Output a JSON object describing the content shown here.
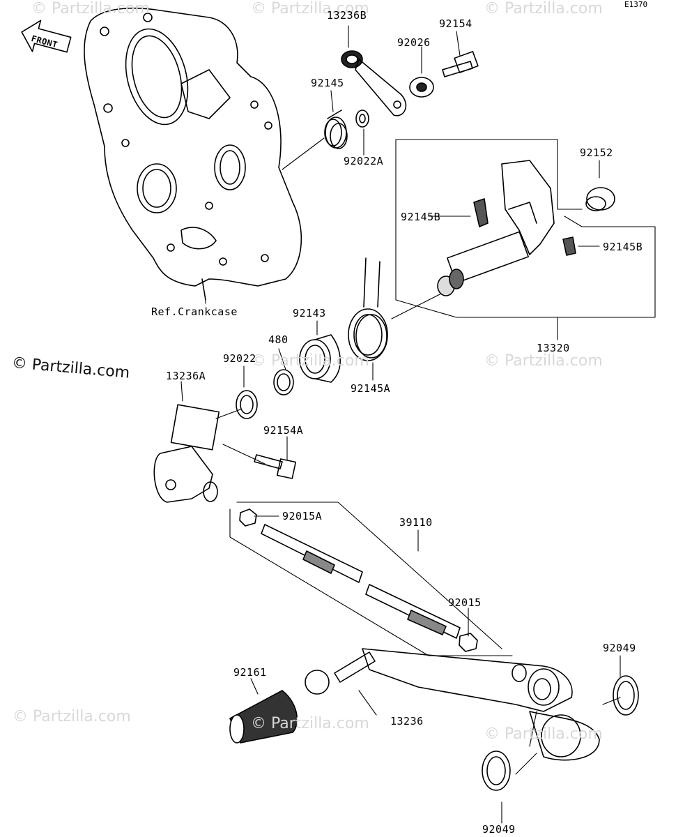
{
  "diagram": {
    "code": "E1370",
    "front": "FRONT",
    "ref": "Ref.Crankcase",
    "watermark": "© Partzilla.com",
    "watermark_faint": "© Partzilla.com"
  },
  "parts": {
    "p13236B": "13236B",
    "p92154": "92154",
    "p92026": "92026",
    "p92145": "92145",
    "p92022A": "92022A",
    "p92152": "92152",
    "p92145B_a": "92145B",
    "p92145B_b": "92145B",
    "p92143": "92143",
    "p480": "480",
    "p92022": "92022",
    "p13236A": "13236A",
    "p92145A": "92145A",
    "p13320": "13320",
    "p92154A": "92154A",
    "p92015A": "92015A",
    "p39110": "39110",
    "p92015": "92015",
    "p92049_a": "92049",
    "p92161": "92161",
    "p13236": "13236",
    "p92049_b": "92049"
  }
}
